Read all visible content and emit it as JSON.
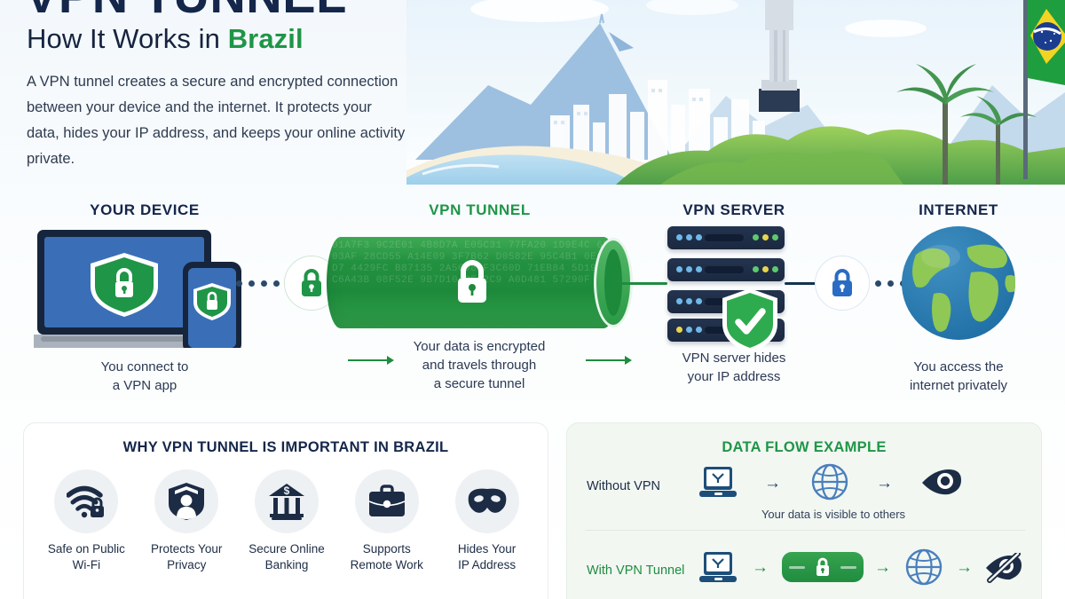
{
  "header": {
    "title": "VPN TUNNEL",
    "subtitle_prefix": "How It Works in ",
    "subtitle_accent": "Brazil",
    "lede": "A VPN tunnel creates a secure and encrypted connection between your device and the internet. It protects your data, hides your IP address, and keeps your online activity private.",
    "scene_name": "rio-de-janeiro-illustration"
  },
  "flow": {
    "stages": [
      {
        "title": "YOUR DEVICE",
        "caption_line1": "You connect to",
        "caption_line2": "a VPN app",
        "icons": [
          "laptop-icon",
          "smartphone-icon",
          "shield-lock-icon"
        ]
      },
      {
        "title": "VPN TUNNEL",
        "caption_line1": "Your data is encrypted",
        "caption_line2": "and travels through",
        "caption_line3": "a secure tunnel",
        "icons": [
          "tunnel-icon",
          "lock-icon",
          "arrow-right-icon"
        ]
      },
      {
        "title": "VPN SERVER",
        "caption_line1": "VPN server hides",
        "caption_line2": "your IP address",
        "icons": [
          "server-rack-icon",
          "shield-check-icon"
        ]
      },
      {
        "title": "INTERNET",
        "caption_line1": "You access the",
        "caption_line2": "internet privately",
        "icons": [
          "globe-icon"
        ]
      }
    ]
  },
  "benefits_panel": {
    "title": "WHY VPN TUNNEL IS IMPORTANT IN BRAZIL",
    "items": [
      {
        "icon": "wifi-lock-icon",
        "line1": "Safe on Public",
        "line2": "Wi-Fi"
      },
      {
        "icon": "shield-person-icon",
        "line1": "Protects Your",
        "line2": "Privacy"
      },
      {
        "icon": "bank-dollar-icon",
        "line1": "Secure Online",
        "line2": "Banking"
      },
      {
        "icon": "briefcase-icon",
        "line1": "Supports",
        "line2": "Remote Work"
      },
      {
        "icon": "mask-icon",
        "line1": "Hides Your",
        "line2": "IP Address"
      }
    ]
  },
  "dataflow_panel": {
    "title": "DATA FLOW EXAMPLE",
    "rows": [
      {
        "label": "Without VPN",
        "caption": "Your data is visible to others",
        "steps": [
          "laptop-icon",
          "arrow-right-icon",
          "globe-outline-icon",
          "arrow-right-icon",
          "eye-icon"
        ]
      },
      {
        "label": "With VPN Tunnel",
        "caption": "",
        "steps": [
          "laptop-icon",
          "arrow-right-icon",
          "tunnel-lock-icon",
          "arrow-right-icon",
          "globe-outline-icon",
          "arrow-right-icon",
          "eye-off-icon"
        ]
      }
    ],
    "arrow_glyph": "→"
  },
  "colors": {
    "navy": "#14264a",
    "green": "#1f9547",
    "tunnel_green": "#1d8a3b",
    "device_blue": "#3a6fb8",
    "panel_green_bg": "#f2f7f2",
    "icon_circle": "#eef1f4"
  }
}
